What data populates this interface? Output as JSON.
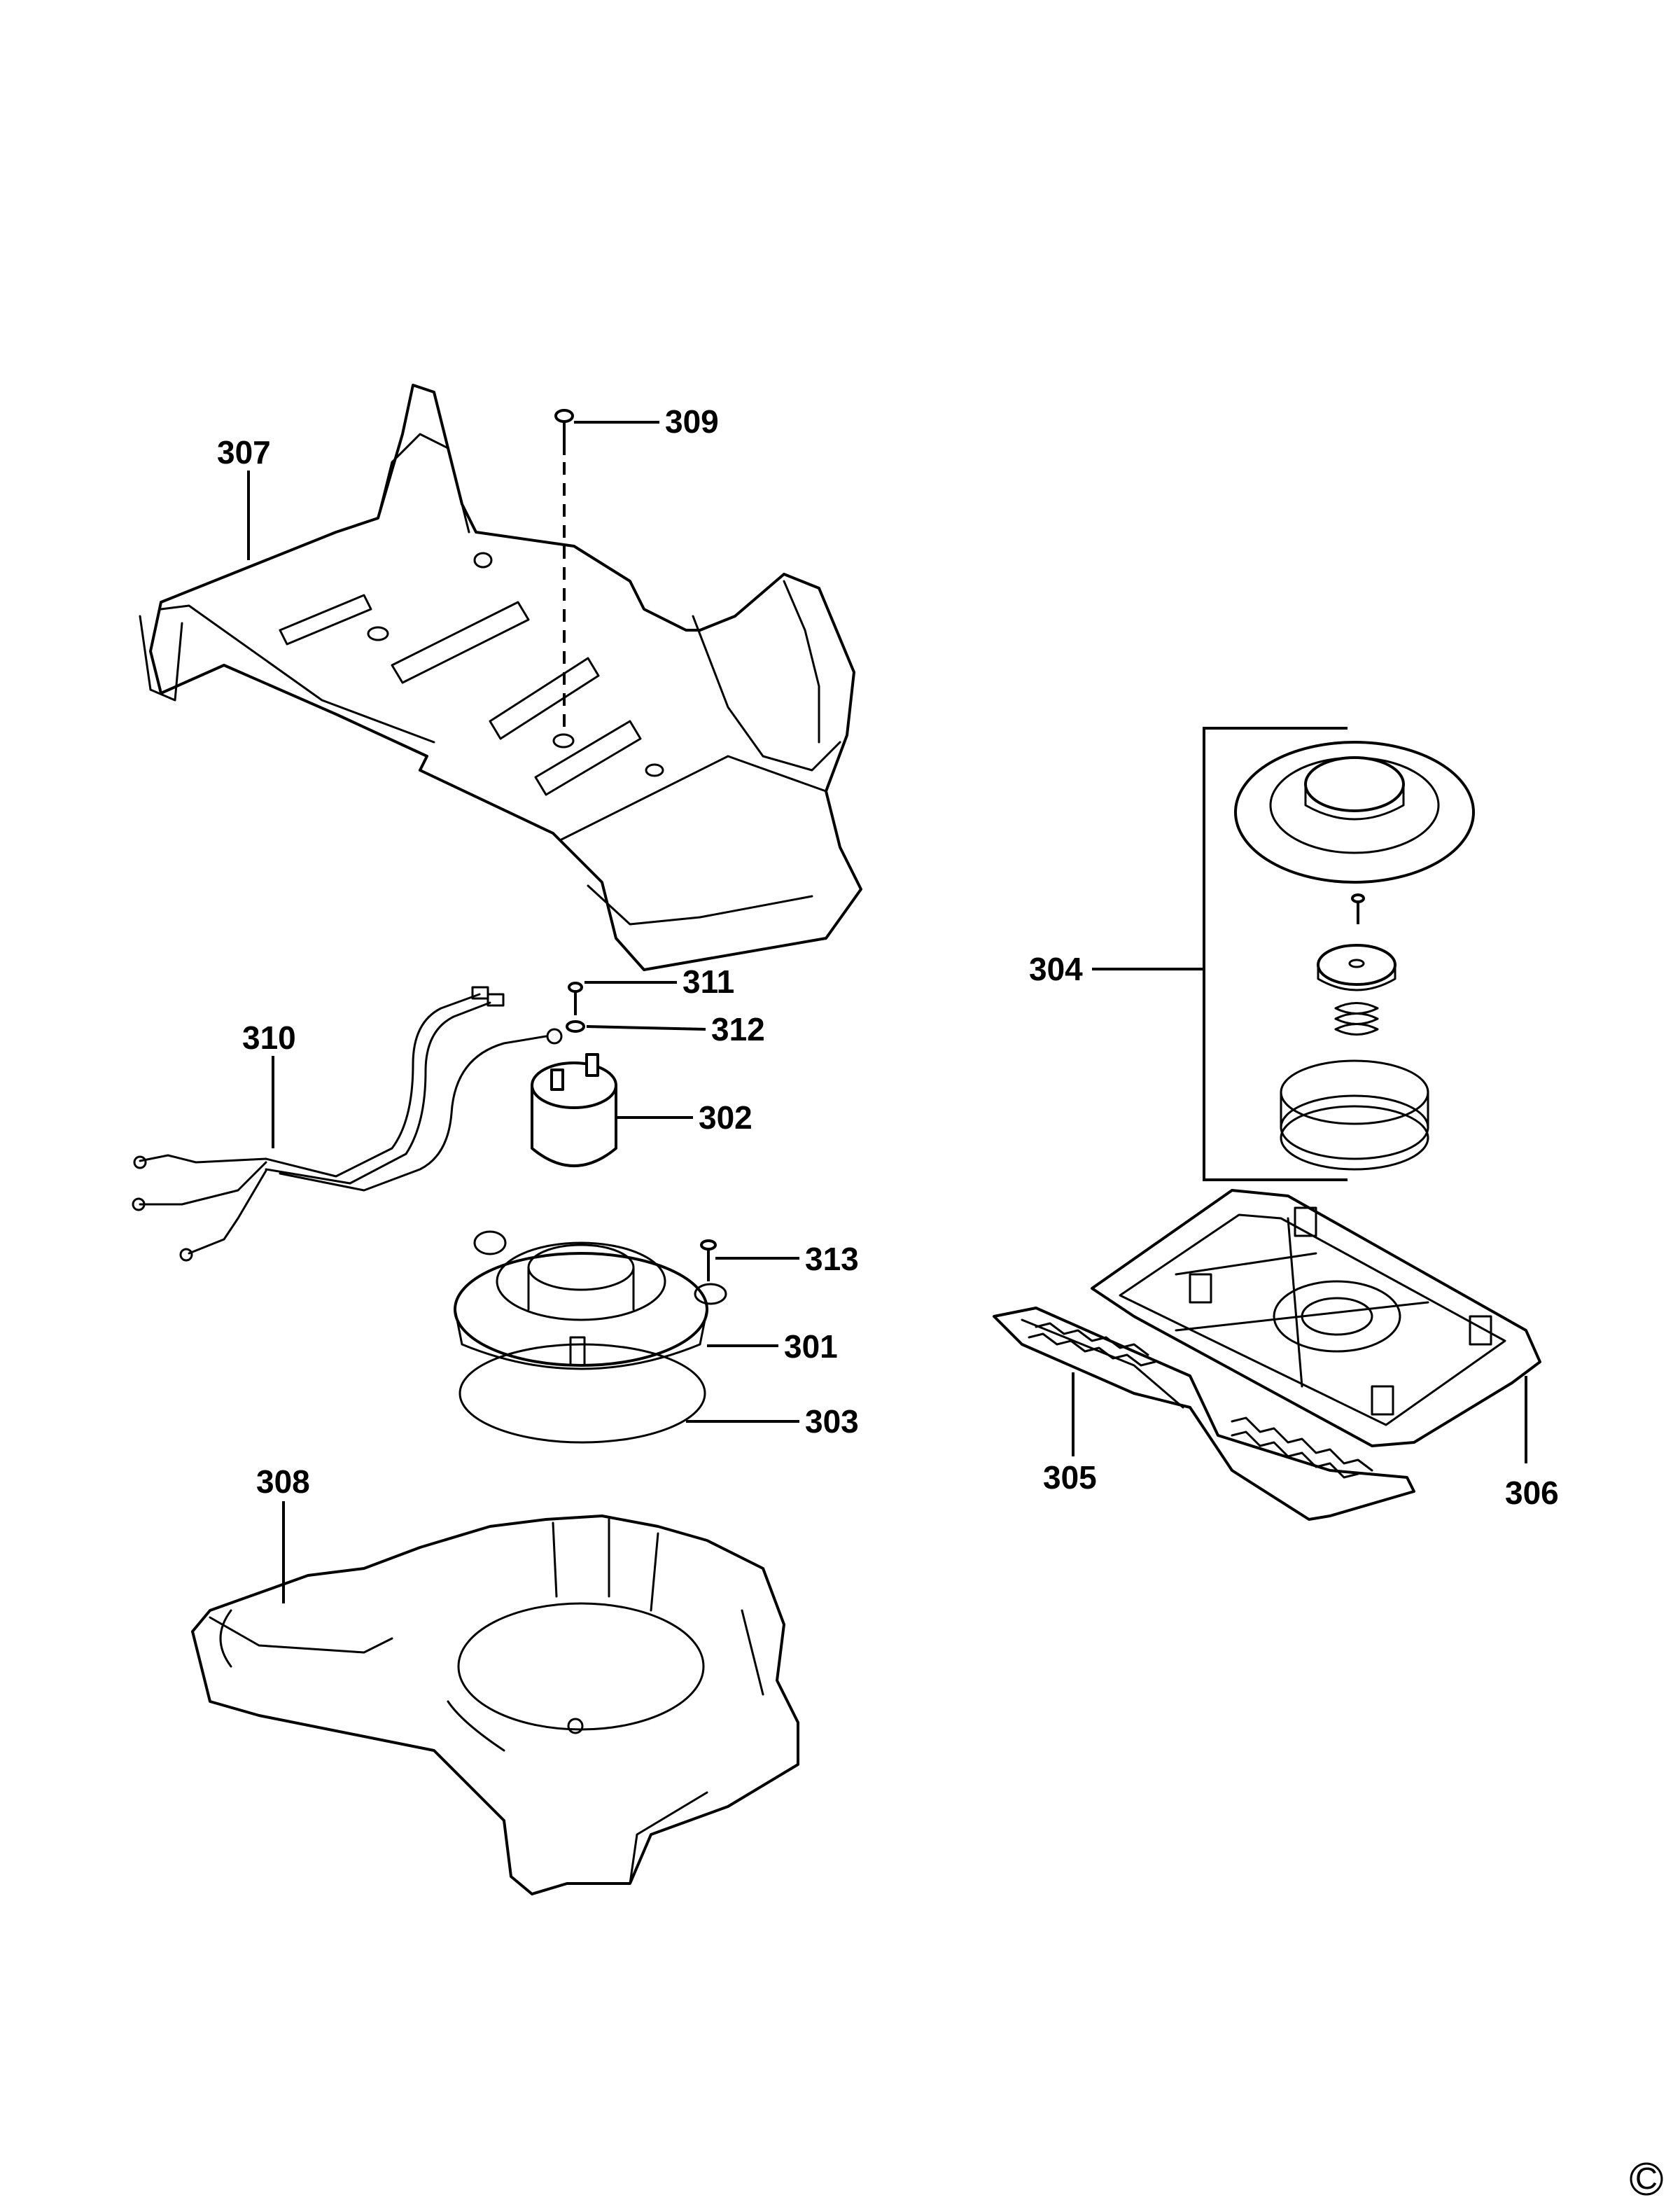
{
  "diagram_type": "exploded parts diagram",
  "labels": {
    "p301": "301",
    "p302": "302",
    "p303": "303",
    "p304": "304",
    "p305": "305",
    "p306": "306",
    "p307": "307",
    "p308": "308",
    "p309": "309",
    "p310": "310",
    "p311": "311",
    "p312": "312",
    "p313": "313"
  },
  "copyright_symbol": "C"
}
